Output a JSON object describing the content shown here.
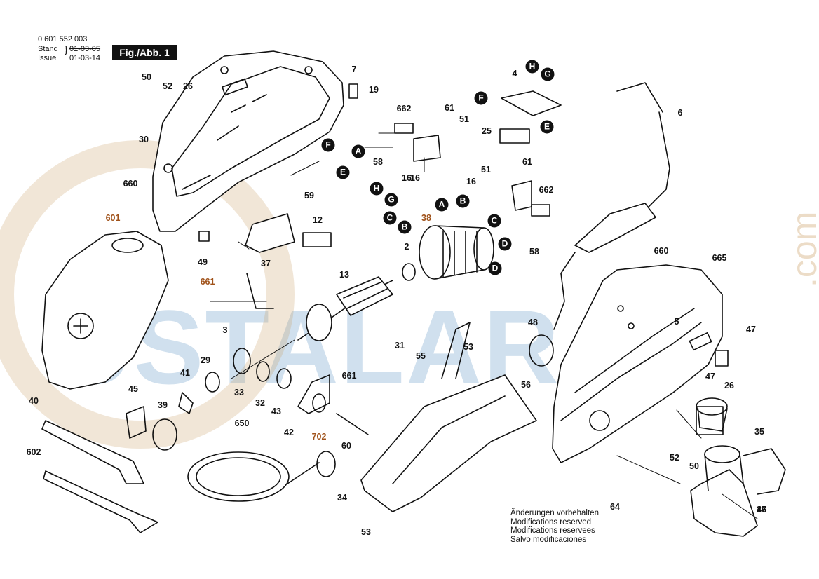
{
  "header": {
    "part_number": "0 601 552 003",
    "stand_label": "Stand",
    "issue_label": "Issue",
    "stand_date": "01-03-05",
    "issue_date": "01-03-14",
    "figure_label": "Fig./Abb. 1"
  },
  "watermark": {
    "text": "USTALAR",
    "suffix": ".com"
  },
  "notes": [
    "Änderungen vorbehalten",
    "Modifications reserved",
    "Modifications reservees",
    "Salvo modificaciones"
  ],
  "callouts": [
    "26",
    "50",
    "52",
    "30",
    "660",
    "601",
    "49",
    "7",
    "19",
    "662",
    "61",
    "51",
    "25",
    "6",
    "4",
    "58",
    "16",
    "59",
    "12",
    "37",
    "38",
    "2",
    "13",
    "3",
    "29",
    "41",
    "33",
    "32",
    "43",
    "42",
    "661",
    "45",
    "39",
    "40",
    "602",
    "650",
    "702",
    "60",
    "31",
    "55",
    "53",
    "56",
    "34",
    "48",
    "5",
    "665",
    "47",
    "64",
    "35",
    "36"
  ],
  "wire_labels": [
    "A",
    "B",
    "C",
    "D",
    "E",
    "F",
    "G",
    "H"
  ],
  "colors": {
    "ink": "#111111",
    "accent": "#a0521a",
    "watermark_blue": "#78a5cd",
    "watermark_orange": "#c89b5f"
  }
}
